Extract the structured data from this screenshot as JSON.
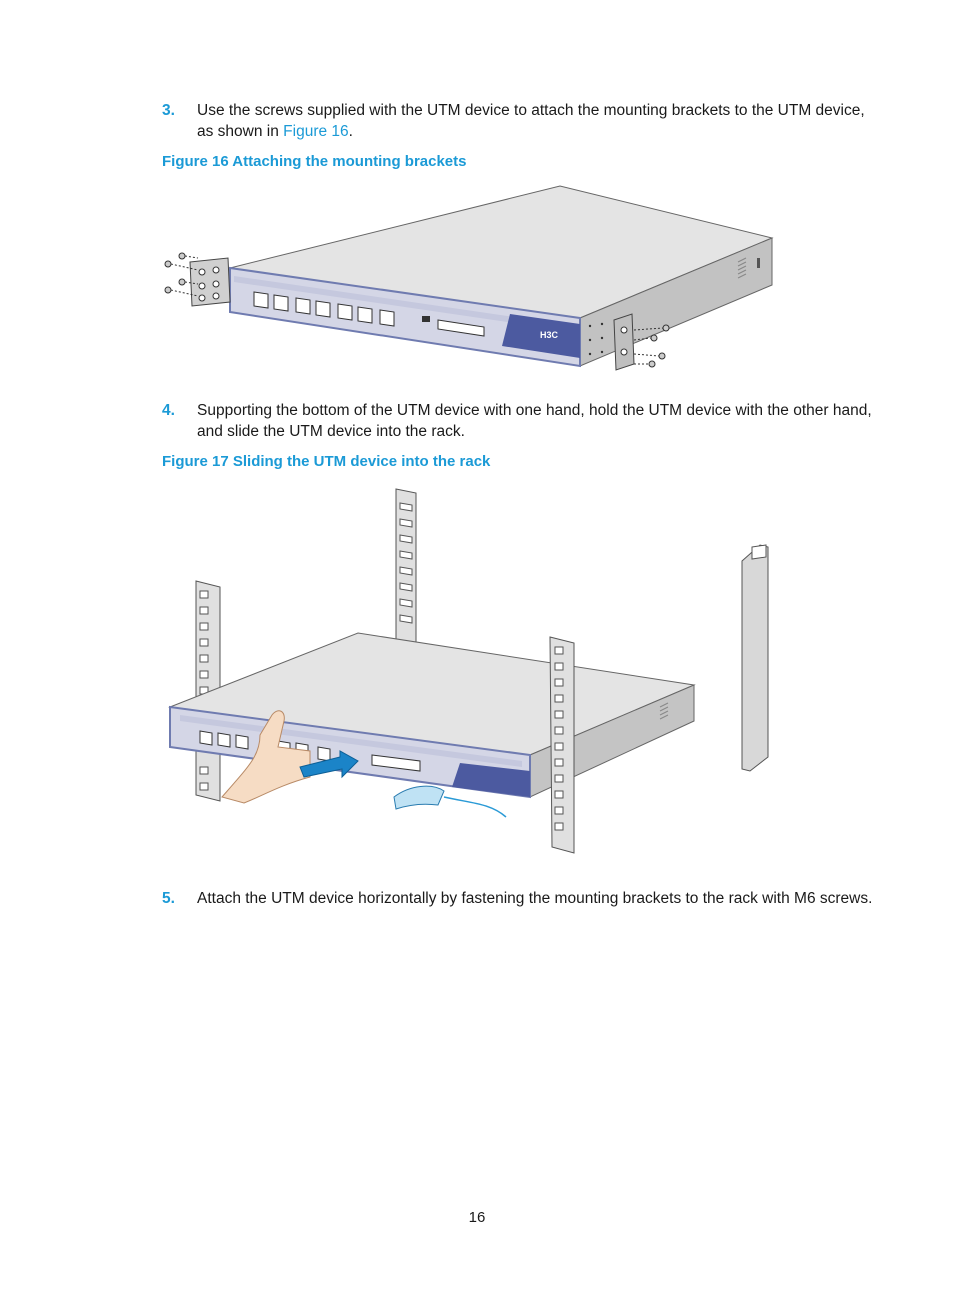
{
  "steps": [
    {
      "num": "3.",
      "text_before": "Use the screws supplied with the UTM device to attach the mounting brackets to the UTM device, as shown in ",
      "link": "Figure 16",
      "text_after": "."
    },
    {
      "num": "4.",
      "text": "Supporting the bottom of the UTM device with one hand, hold the UTM device with the other hand, and slide the UTM device into the rack."
    },
    {
      "num": "5.",
      "text": "Attach the UTM device horizontally by fastening the mounting brackets to the rack with M6 screws."
    }
  ],
  "figures": [
    {
      "caption": "Figure 16 Attaching the mounting brackets"
    },
    {
      "caption": "Figure 17 Sliding the UTM device into the rack"
    }
  ],
  "device": {
    "logo": "H3C"
  },
  "page_number": "16",
  "colors": {
    "accent": "#1b9ad6",
    "panel": "#d4d6e6",
    "panel_trim": "#6f7bb0",
    "chassis_top": "#e6e6e6",
    "chassis_side": "#c4c4c4"
  }
}
